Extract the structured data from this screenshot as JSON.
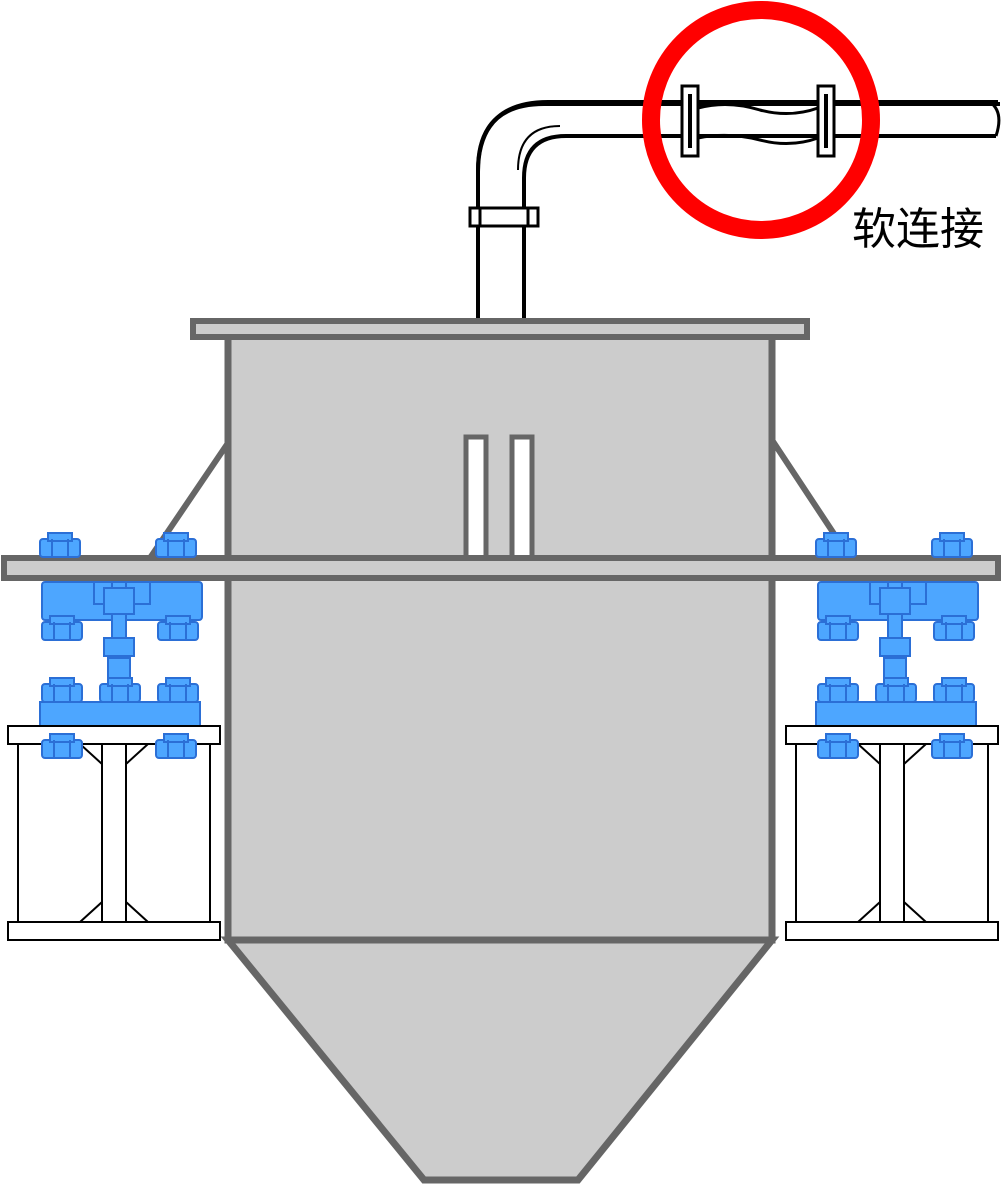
{
  "diagram": {
    "callout_label": "软连接",
    "colors": {
      "vessel_fill": "#cccccc",
      "vessel_stroke": "#666666",
      "load_cell": "#4da6ff",
      "load_cell_dark": "#2b6fd6",
      "callout_ring": "#ff0000",
      "pipe_stroke": "#000000",
      "beam_fill": "#ffffff"
    },
    "icons": {
      "callout": "circle-highlight",
      "pipe_flange": "flange-bracket"
    }
  }
}
